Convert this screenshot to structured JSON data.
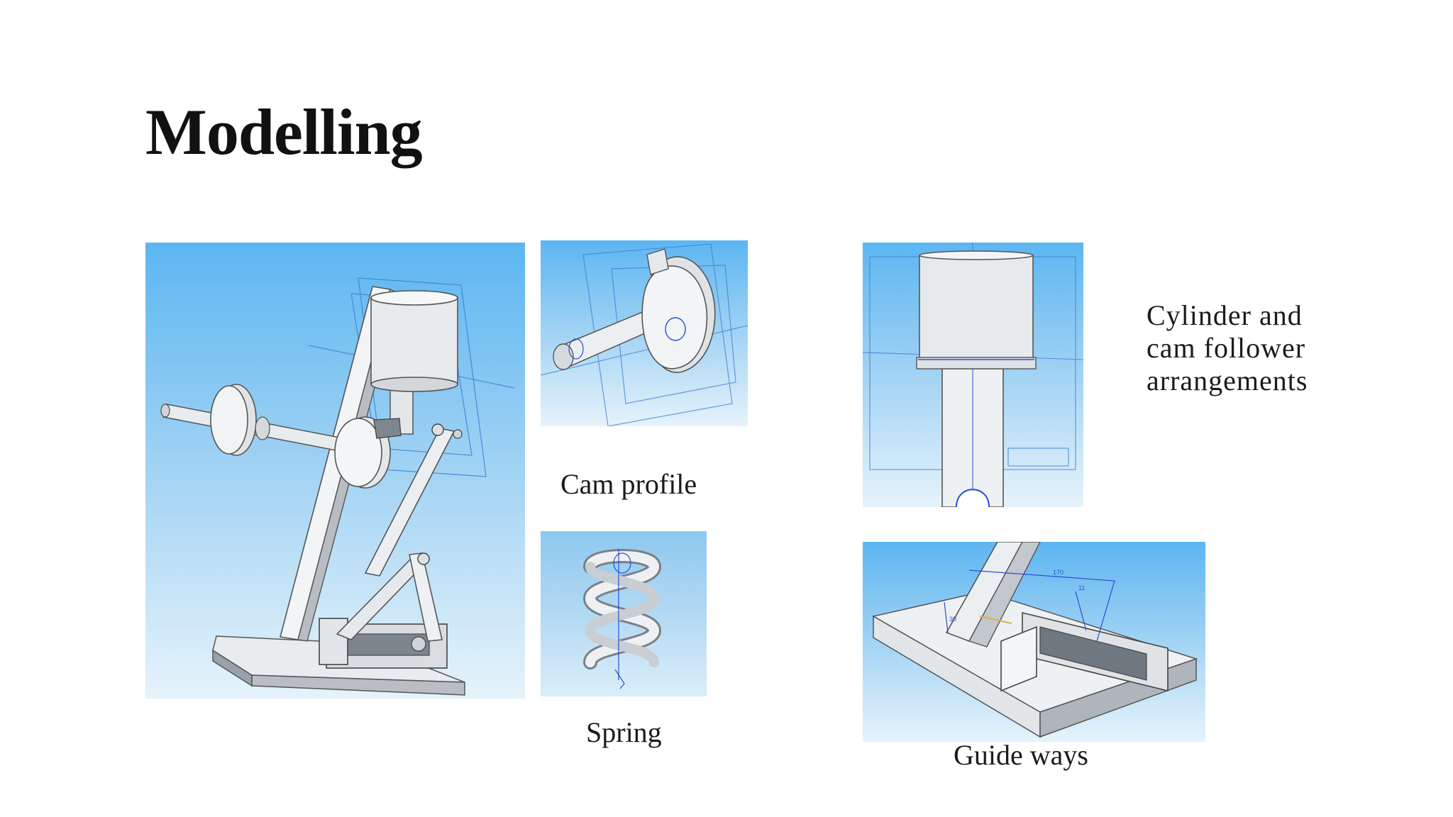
{
  "slide": {
    "title": "Modelling",
    "captions": {
      "cam_profile": "Cam profile",
      "spring": "Spring",
      "cylinder_line1": "Cylinder and",
      "cylinder_line2": "cam follower",
      "cylinder_line3": "arrangements",
      "guide_ways": "Guide ways"
    },
    "figures": {
      "guide_dim_1": "170",
      "guide_dim_2": "11",
      "guide_dim_3": "30"
    }
  }
}
